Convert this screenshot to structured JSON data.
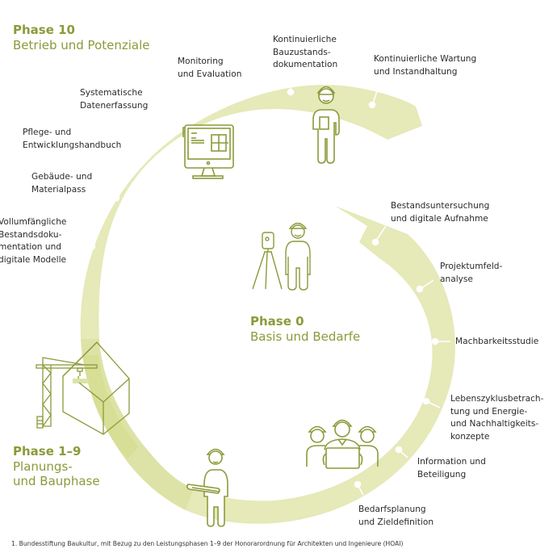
{
  "colors": {
    "band_light": "#e6e9b8",
    "band_mid": "#dde3a6",
    "band_dark": "#d3db8c",
    "icon_stroke": "#8c9a3a",
    "phase_text": "#8c9a3a",
    "label_text": "#2a2a2a"
  },
  "phases": {
    "phase10": {
      "number": "Phase 10",
      "name": "Betrieb und Potenziale"
    },
    "phase0": {
      "number": "Phase 0",
      "name": "Basis und Bedarfe"
    },
    "phase1_9": {
      "number": "Phase 1–9",
      "name": "Planungs-\nund Bauphase"
    }
  },
  "phase10_steps": [
    {
      "label": "Kontinuierliche\nBauzustands-\ndokumentation"
    },
    {
      "label": "Kontinuierliche Wartung\nund Instandhaltung"
    },
    {
      "label": "Monitoring\nund Evaluation"
    },
    {
      "label": "Systematische\nDatenerfassung"
    },
    {
      "label": "Pflege- und\nEntwicklungshandbuch"
    },
    {
      "label": "Gebäude- und\nMaterialpass"
    },
    {
      "label": "Vollumfängliche\nBestandsdoku-\nmentation und\ndigitale Modelle"
    }
  ],
  "phase0_steps": [
    {
      "label": "Bestandsuntersuchung\nund digitale Aufnahme"
    },
    {
      "label": "Projektumfeld-\nanalyse"
    },
    {
      "label": "Machbarkeitsstudie"
    },
    {
      "label": "Lebenszyklusbetrach-\ntung und Energie-\nund Nachhaltigkeits-\nkonzepte"
    },
    {
      "label": "Information und\nBeteiligung"
    },
    {
      "label": "Bedarfsplanung\nund Zieldefinition"
    }
  ],
  "icons": [
    "computer-monitor-icon",
    "worker-with-tablet-icon",
    "surveyor-with-tripod-icon",
    "team-of-workers-icon",
    "worker-with-plans-icon",
    "crane-and-house-icon"
  ],
  "footnote": "1. Bundesstiftung Baukultur, mit Bezug zu den Leistungsphasen 1–9 der Honorarordnung für Architekten und Ingenieure (HOAI)"
}
